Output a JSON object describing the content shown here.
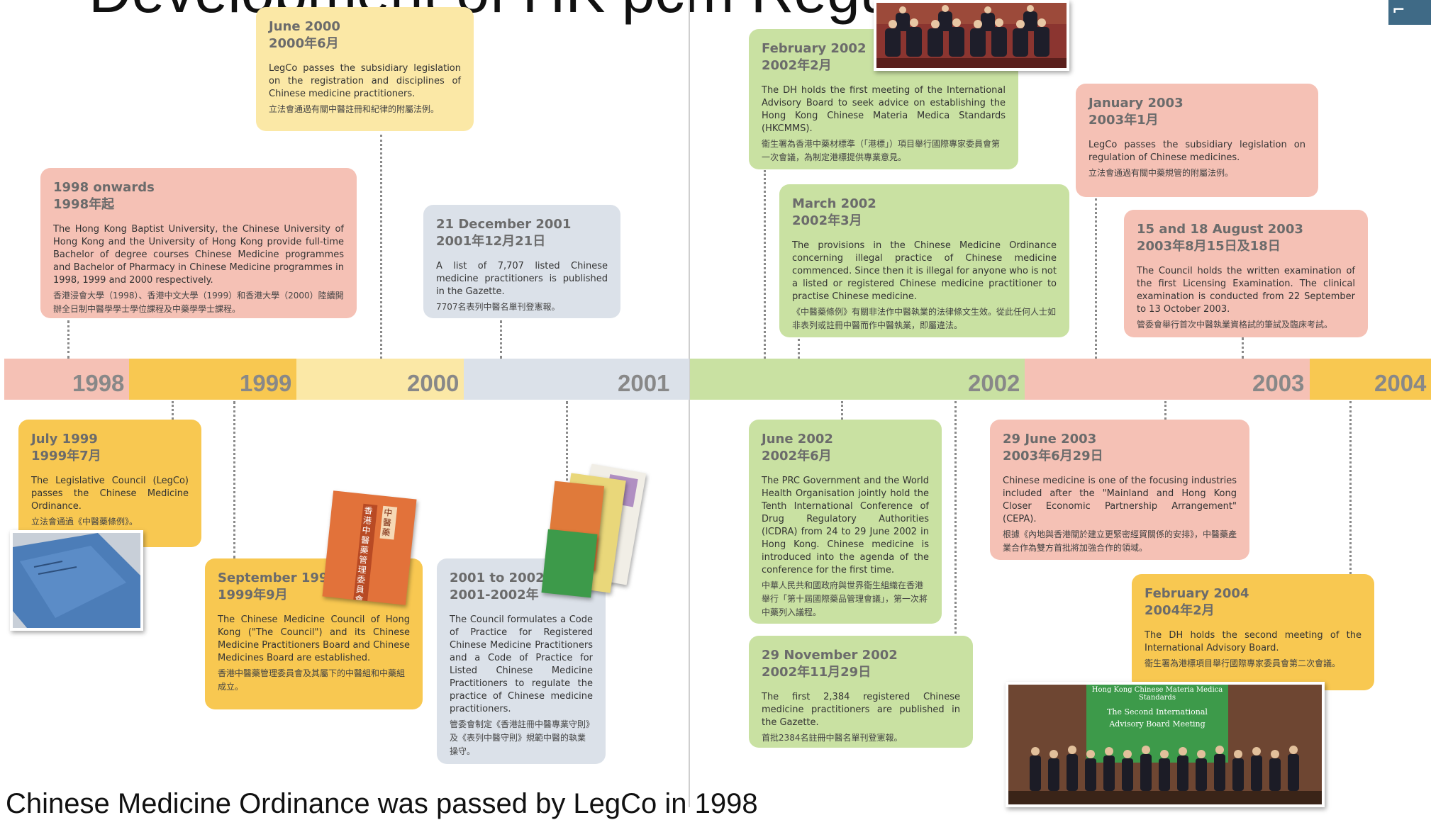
{
  "title": "Development of HK pcm Regulation",
  "caption": "Chinese Medicine Ordinance was passed by LegCo in 1998",
  "years": [
    "1998",
    "1999",
    "2000",
    "2001",
    "2002",
    "2003",
    "2004"
  ],
  "colors": {
    "pink": "#f5c1b5",
    "yellow": "#f8c851",
    "light_yellow": "#fbe8a6",
    "blue": "#dbe1e9",
    "green": "#c9e1a2"
  },
  "events": [
    {
      "date_en": "June 2000",
      "date_zh": "2000年6月",
      "text_en": "LegCo passes the subsidiary legislation on the registration and disciplines of Chinese medicine practitioners.",
      "text_zh": "立法會通過有關中醫註冊和紀律的附屬法例。"
    },
    {
      "date_en": "1998 onwards",
      "date_zh": "1998年起",
      "text_en": "The Hong Kong Baptist University, the Chinese University of Hong Kong and the University of Hong Kong provide full-time Bachelor of degree courses Chinese Medicine programmes and Bachelor of Pharmacy in Chinese Medicine programmes in 1998, 1999 and 2000 respectively.",
      "text_zh": "香港浸會大學（1998）、香港中文大學（1999）和香港大學（2000）陸續開辦全日制中醫學學士學位課程及中藥學學士課程。"
    },
    {
      "date_en": "21 December 2001",
      "date_zh": "2001年12月21日",
      "text_en": "A list of 7,707 listed Chinese medicine practitioners is published in the Gazette.",
      "text_zh": "7707名表列中醫名單刊登憲報。"
    },
    {
      "date_en": "February 2002",
      "date_zh": "2002年2月",
      "text_en": "The DH holds the first meeting of the International Advisory Board to seek advice on establishing the Hong Kong Chinese Materia Medica Standards (HKCMMS).",
      "text_zh": "衞生署為香港中藥材標準（「港標」）項目舉行國際專家委員會第一次會議，為制定港標提供專業意見。"
    },
    {
      "date_en": "January 2003",
      "date_zh": "2003年1月",
      "text_en": "LegCo passes the subsidiary legislation on regulation of Chinese medicines.",
      "text_zh": "立法會通過有關中藥規管的附屬法例。"
    },
    {
      "date_en": "March 2002",
      "date_zh": "2002年3月",
      "text_en": "The provisions in the Chinese Medicine Ordinance concerning illegal practice of Chinese medicine commenced. Since then it is illegal for anyone who is not a listed or registered Chinese medicine practitioner to practise Chinese medicine.",
      "text_zh": "《中醫藥條例》有關非法作中醫執業的法律條文生效。從此任何人士如非表列或註冊中醫而作中醫執業，即屬違法。"
    },
    {
      "date_en": "15 and 18 August 2003",
      "date_zh": "2003年8月15日及18日",
      "text_en": "The Council holds the written examination of the first Licensing Examination. The clinical examination is conducted from 22 September to 13 October 2003.",
      "text_zh": "管委會舉行首次中醫執業資格試的筆試及臨床考試。"
    },
    {
      "date_en": "July 1999",
      "date_zh": "1999年7月",
      "text_en": "The Legislative Council (LegCo) passes the Chinese Medicine Ordinance.",
      "text_zh": "立法會通過《中醫藥條例》。"
    },
    {
      "date_en": "September 1999",
      "date_zh": "1999年9月",
      "text_en": "The Chinese Medicine Council of Hong Kong (\"The Council\") and its Chinese Medicine Practitioners Board and Chinese Medicines Board are established.",
      "text_zh": "香港中醫藥管理委員會及其屬下的中醫組和中藥組成立。"
    },
    {
      "date_en": "2001 to 2002",
      "date_zh": "2001-2002年",
      "text_en": "The Council formulates a Code of Practice for Registered Chinese Medicine Practitioners and a Code of Practice for Listed Chinese Medicine Practitioners to regulate the practice of Chinese medicine practitioners.",
      "text_zh": "管委會制定《香港註冊中醫專業守則》及《表列中醫守則》規範中醫的執業操守。"
    },
    {
      "date_en": "June 2002",
      "date_zh": "2002年6月",
      "text_en": "The PRC Government and the World Health Organisation jointly hold the Tenth International Conference of Drug Regulatory Authorities (ICDRA) from 24 to 29 June 2002 in Hong Kong. Chinese medicine is introduced into the agenda of the conference for the first time.",
      "text_zh": "中華人民共和國政府與世界衞生組織在香港舉行「第十屆國際藥品管理會議」，第一次將中藥列入議程。"
    },
    {
      "date_en": "29 June 2003",
      "date_zh": "2003年6月29日",
      "text_en": "Chinese medicine is one of the focusing industries included after the \"Mainland and Hong Kong Closer Economic Partnership Arrangement\" (CEPA).",
      "text_zh": "根據《內地與香港關於建立更緊密經貿關係的安排》，中醫藥產業合作為雙方首批將加強合作的領域。"
    },
    {
      "date_en": "February 2004",
      "date_zh": "2004年2月",
      "text_en": "The DH holds the second meeting of the International Advisory Board.",
      "text_zh": "衞生署為港標項目舉行國際專家委員會第二次會議。"
    },
    {
      "date_en": "29 November 2002",
      "date_zh": "2002年11月29日",
      "text_en": "The first 2,384 registered Chinese medicine practitioners are published in the Gazette.",
      "text_zh": "首批2384名註冊中醫名單刊登憲報。"
    }
  ],
  "images": {
    "booklet_cover": "香港中醫藥管理委員會",
    "booklet_side": "中醫藥",
    "banner_line1": "Hong Kong Chinese Materia Medica Standards",
    "banner_line2": "The Second International",
    "banner_line3": "Advisory Board Meeting"
  }
}
